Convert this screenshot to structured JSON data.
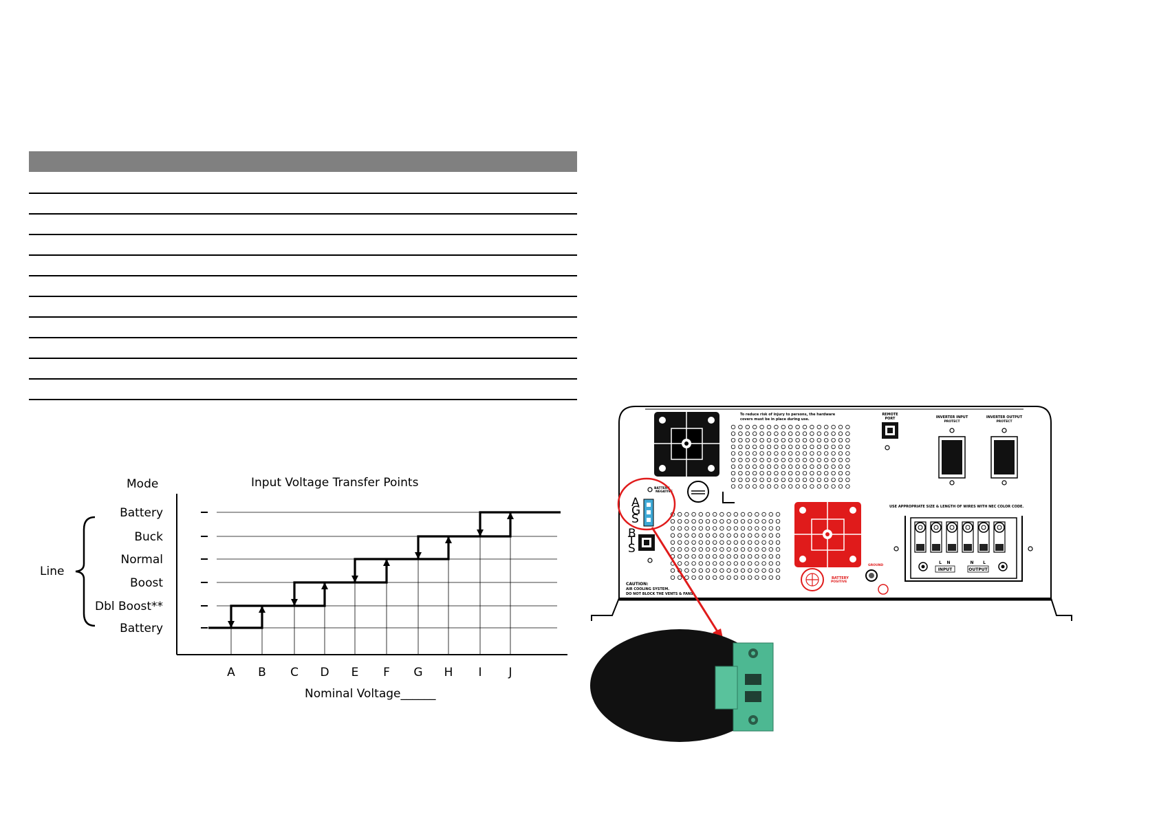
{
  "table": {
    "row_count": 12
  },
  "chart_data": {
    "type": "line",
    "title": "Input Voltage Transfer Points",
    "y_axis_header": "Mode",
    "xlabel": "Nominal Voltage______",
    "group_label": "Line",
    "modes": [
      "Battery",
      "Buck",
      "Normal",
      "Boost",
      "Dbl Boost**",
      "Battery"
    ],
    "x_points": [
      "A",
      "B",
      "C",
      "D",
      "E",
      "F",
      "G",
      "H",
      "I",
      "J"
    ],
    "transitions": [
      {
        "from": "Dbl Boost**",
        "to": "Battery",
        "at": "A",
        "direction": "down"
      },
      {
        "from": "Battery",
        "to": "Dbl Boost**",
        "at": "B",
        "direction": "up"
      },
      {
        "from": "Boost",
        "to": "Dbl Boost**",
        "at": "C",
        "direction": "down"
      },
      {
        "from": "Dbl Boost**",
        "to": "Boost",
        "at": "D",
        "direction": "up"
      },
      {
        "from": "Normal",
        "to": "Boost",
        "at": "E",
        "direction": "down"
      },
      {
        "from": "Boost",
        "to": "Normal",
        "at": "F",
        "direction": "up"
      },
      {
        "from": "Buck",
        "to": "Normal",
        "at": "G",
        "direction": "down"
      },
      {
        "from": "Normal",
        "to": "Buck",
        "at": "H",
        "direction": "up"
      },
      {
        "from": "Battery",
        "to": "Buck",
        "at": "I",
        "direction": "down"
      },
      {
        "from": "Buck",
        "to": "Battery",
        "at": "J",
        "direction": "up"
      }
    ]
  },
  "inverter": {
    "warning": "To reduce risk of injury to persons, the hardware covers must be in place during use.",
    "remote_port": [
      "REMOTE",
      "PORT"
    ],
    "input_protect": [
      "INVERTER INPUT",
      "PROTECT"
    ],
    "output_protect": [
      "INVERTER OUTPUT",
      "PROTECT"
    ],
    "battery_negative": [
      "BATTERY",
      "NEGATIVE"
    ],
    "battery_positive": [
      "BATTERY",
      "POSITIVE"
    ],
    "ground": "GROUND",
    "wire_note": "USE APPROPRIATE SIZE & LENGTH OF WIRES WITH NEC COLOR CODE.",
    "ags_letters": [
      "A",
      "G",
      "S"
    ],
    "bts_letters": [
      "B",
      "T",
      "S"
    ],
    "caution": [
      "CAUTION:",
      "AIR COOLING SYSTEM.",
      "DO NOT BLOCK THE VENTS & FANS."
    ],
    "input_terminals": [
      "L",
      "N"
    ],
    "output_terminals": [
      "N",
      "L"
    ],
    "input_label": "INPUT",
    "output_label": "OUTPUT",
    "colors": {
      "red": "#e01b1b",
      "callout": "#e01b1b",
      "ags_connector": "#3fa9d6",
      "terminal_block": "#4db892"
    }
  }
}
